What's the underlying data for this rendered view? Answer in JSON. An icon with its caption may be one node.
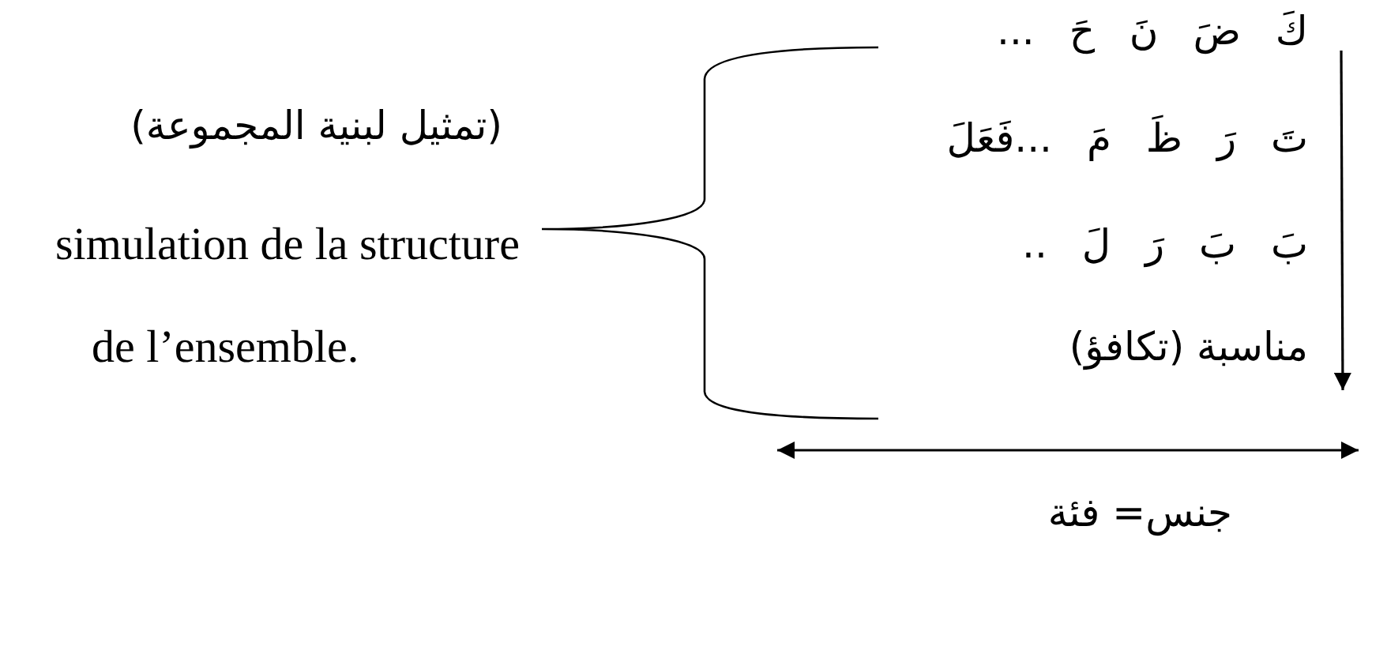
{
  "diagram": {
    "labels": [
      "كَ ضَ نَ حَ ...",
      "تَ رَ ظَ مَ ...فَعَلَ",
      "(تمثيل لبنية المجموعة)",
      "بَ بَ رَ لَ ..",
      "simulation de la structure",
      "مناسبة (تكافؤ)",
      "de l’ensemble.",
      "جنس= فئة"
    ]
  }
}
